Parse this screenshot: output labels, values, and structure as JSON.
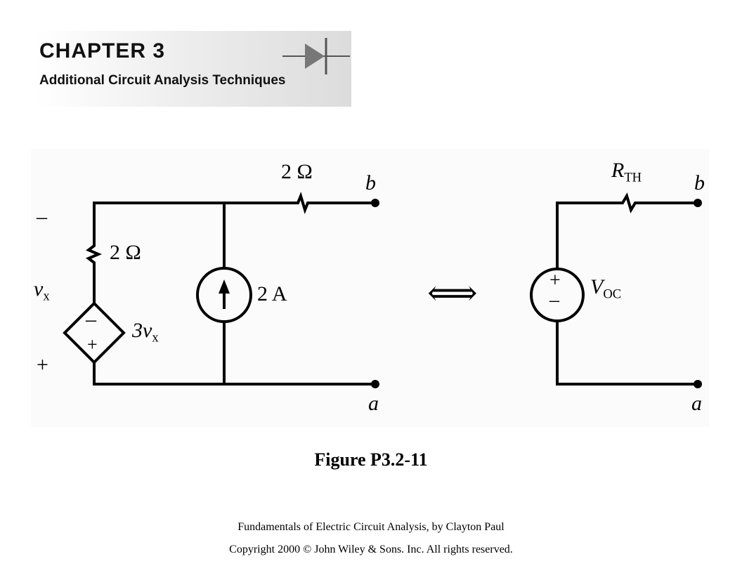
{
  "banner": {
    "title": "CHAPTER 3",
    "subtitle": "Additional Circuit Analysis Techniques"
  },
  "left_circuit": {
    "top_resistor": "2 Ω",
    "left_resistor": "2 Ω",
    "current_source": "2 A",
    "dependent_source": "3v",
    "dependent_source_sub": "x",
    "control_var": "v",
    "control_var_sub": "x",
    "minus_sign": "–",
    "plus_sign": "+",
    "dep_minus": "–",
    "dep_plus": "+",
    "terminal_b": "b",
    "terminal_a": "a"
  },
  "equivalence_symbol": "⟺",
  "right_circuit": {
    "resistor": "R",
    "resistor_sub": "TH",
    "voltage_source": "V",
    "voltage_source_sub": "OC",
    "src_plus": "+",
    "src_minus": "–",
    "terminal_b": "b",
    "terminal_a": "a"
  },
  "caption": "Figure P3.2-11",
  "footer": {
    "line1": "Fundamentals of Electric Circuit Analysis, by Clayton Paul",
    "line2": "Copyright 2000 © John Wiley & Sons. Inc. All rights reserved."
  }
}
